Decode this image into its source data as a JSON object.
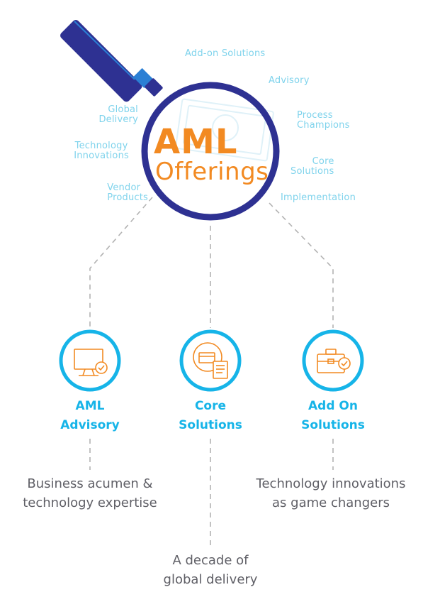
{
  "center": {
    "title_line1": "AML",
    "title_line2": "Offerings"
  },
  "ring_labels": {
    "addon": "Add-on Solutions",
    "advisory": "Advisory",
    "process_1": "Process",
    "process_2": "Champions",
    "core_1": "Core",
    "core_2": "Solutions",
    "implementation": "Implementation",
    "global_1": "Global",
    "global_2": "Delivery",
    "tech_1": "Technology",
    "tech_2": "Innovations",
    "vendor_1": "Vendor",
    "vendor_2": "Products"
  },
  "cards": [
    {
      "title_1": "AML",
      "title_2": "Advisory",
      "icon": "monitor-check-icon"
    },
    {
      "title_1": "Core",
      "title_2": "Solutions",
      "icon": "card-document-icon"
    },
    {
      "title_1": "Add On",
      "title_2": "Solutions",
      "icon": "briefcase-check-icon"
    }
  ],
  "descriptions": {
    "advisory_1": "Business acumen &",
    "advisory_2": "technology expertise",
    "core_1": "A decade of",
    "core_2": "global delivery",
    "addon_1": "Technology innovations",
    "addon_2": "as game changers"
  },
  "colors": {
    "ring": "#2e3192",
    "accent_orange": "#f28a22",
    "accent_blue": "#16b4e8",
    "label_light_blue": "#7fd3ec",
    "connector_gray": "#b3b3b3",
    "text_gray": "#5f5f66"
  }
}
